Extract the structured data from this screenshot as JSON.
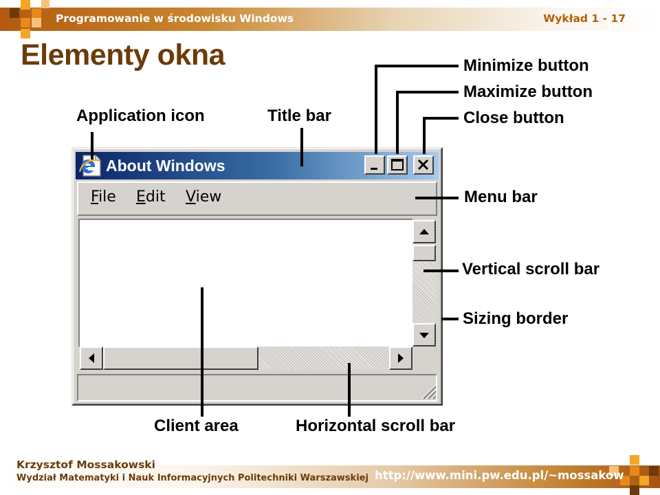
{
  "header": {
    "course_title": "Programowanie w środowisku Windows",
    "lecture_number": "Wykład 1 - 17"
  },
  "slide_title": "Elementy okna",
  "labels": {
    "application_icon": "Application icon",
    "title_bar": "Title bar",
    "minimize_button": "Minimize button",
    "maximize_button": "Maximize button",
    "close_button": "Close button",
    "menu_bar": "Menu bar",
    "vertical_scroll_bar": "Vertical scroll bar",
    "sizing_border": "Sizing border",
    "client_area": "Client area",
    "horizontal_scroll_bar": "Horizontal scroll bar"
  },
  "window": {
    "title": "About Windows",
    "menu": [
      "File",
      "Edit",
      "View"
    ],
    "icons": {
      "app": "internet-explorer-icon",
      "minimize": "minimize-icon",
      "maximize": "maximize-icon",
      "close": "close-icon"
    }
  },
  "footer": {
    "author": "Krzysztof Mossakowski",
    "faculty": "Wydział Matematyki i Nauk Informacyjnych Politechniki Warszawskiej",
    "url": "http://www.mini.pw.edu.pl/~mossakow"
  },
  "colors": {
    "accent_orange": "#e8891a",
    "title_brown": "#6b3b0a",
    "titlebar_blue": "#0a246a"
  }
}
